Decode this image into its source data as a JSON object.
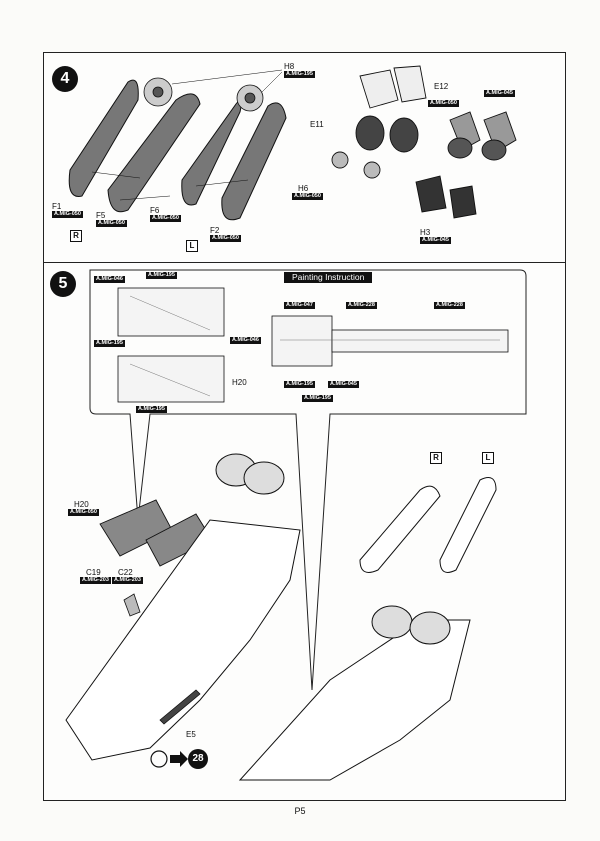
{
  "page_number": "P5",
  "step4": {
    "number": "4",
    "labels": {
      "H8": "H8",
      "E12": "E12",
      "E11": "E11",
      "H6": "H6",
      "F1": "F1",
      "F5": "F5",
      "F6": "F6",
      "F2": "F2",
      "H3": "H3"
    },
    "tags": {
      "H8": "A.MIG-195",
      "E12": "A.MIG-050",
      "right": "A.MIG-045",
      "H6": "A.MIG-050",
      "F1": "A.MIG-050",
      "F5": "A.MIG-050",
      "F6": "A.MIG-050",
      "F2": "A.MIG-050",
      "H3": "A.MIG-045"
    },
    "side_markers": {
      "right": "R",
      "left": "L"
    }
  },
  "step5": {
    "number": "5",
    "painting_title": "Painting Instruction",
    "callout_left_tags": [
      "A.MIG-046",
      "A.MIG-195",
      "A.MIG-195",
      "A.MIG-046",
      "A.MIG-195"
    ],
    "callout_left_label": "H20",
    "callout_right_tags": [
      "A.MIG-047",
      "A.MIG-228",
      "A.MIG-228",
      "A.MIG-195",
      "A.MIG-045",
      "A.MIG-195"
    ],
    "labels": {
      "H20": "H20",
      "C19": "C19",
      "C22": "C22",
      "E5": "E5"
    },
    "tags": {
      "H20": "A.MIG-050",
      "C19": "A.MIG-203",
      "C22": "A.MIG-203"
    },
    "side_markers": {
      "right": "R",
      "left": "L"
    },
    "next_step": "28"
  }
}
